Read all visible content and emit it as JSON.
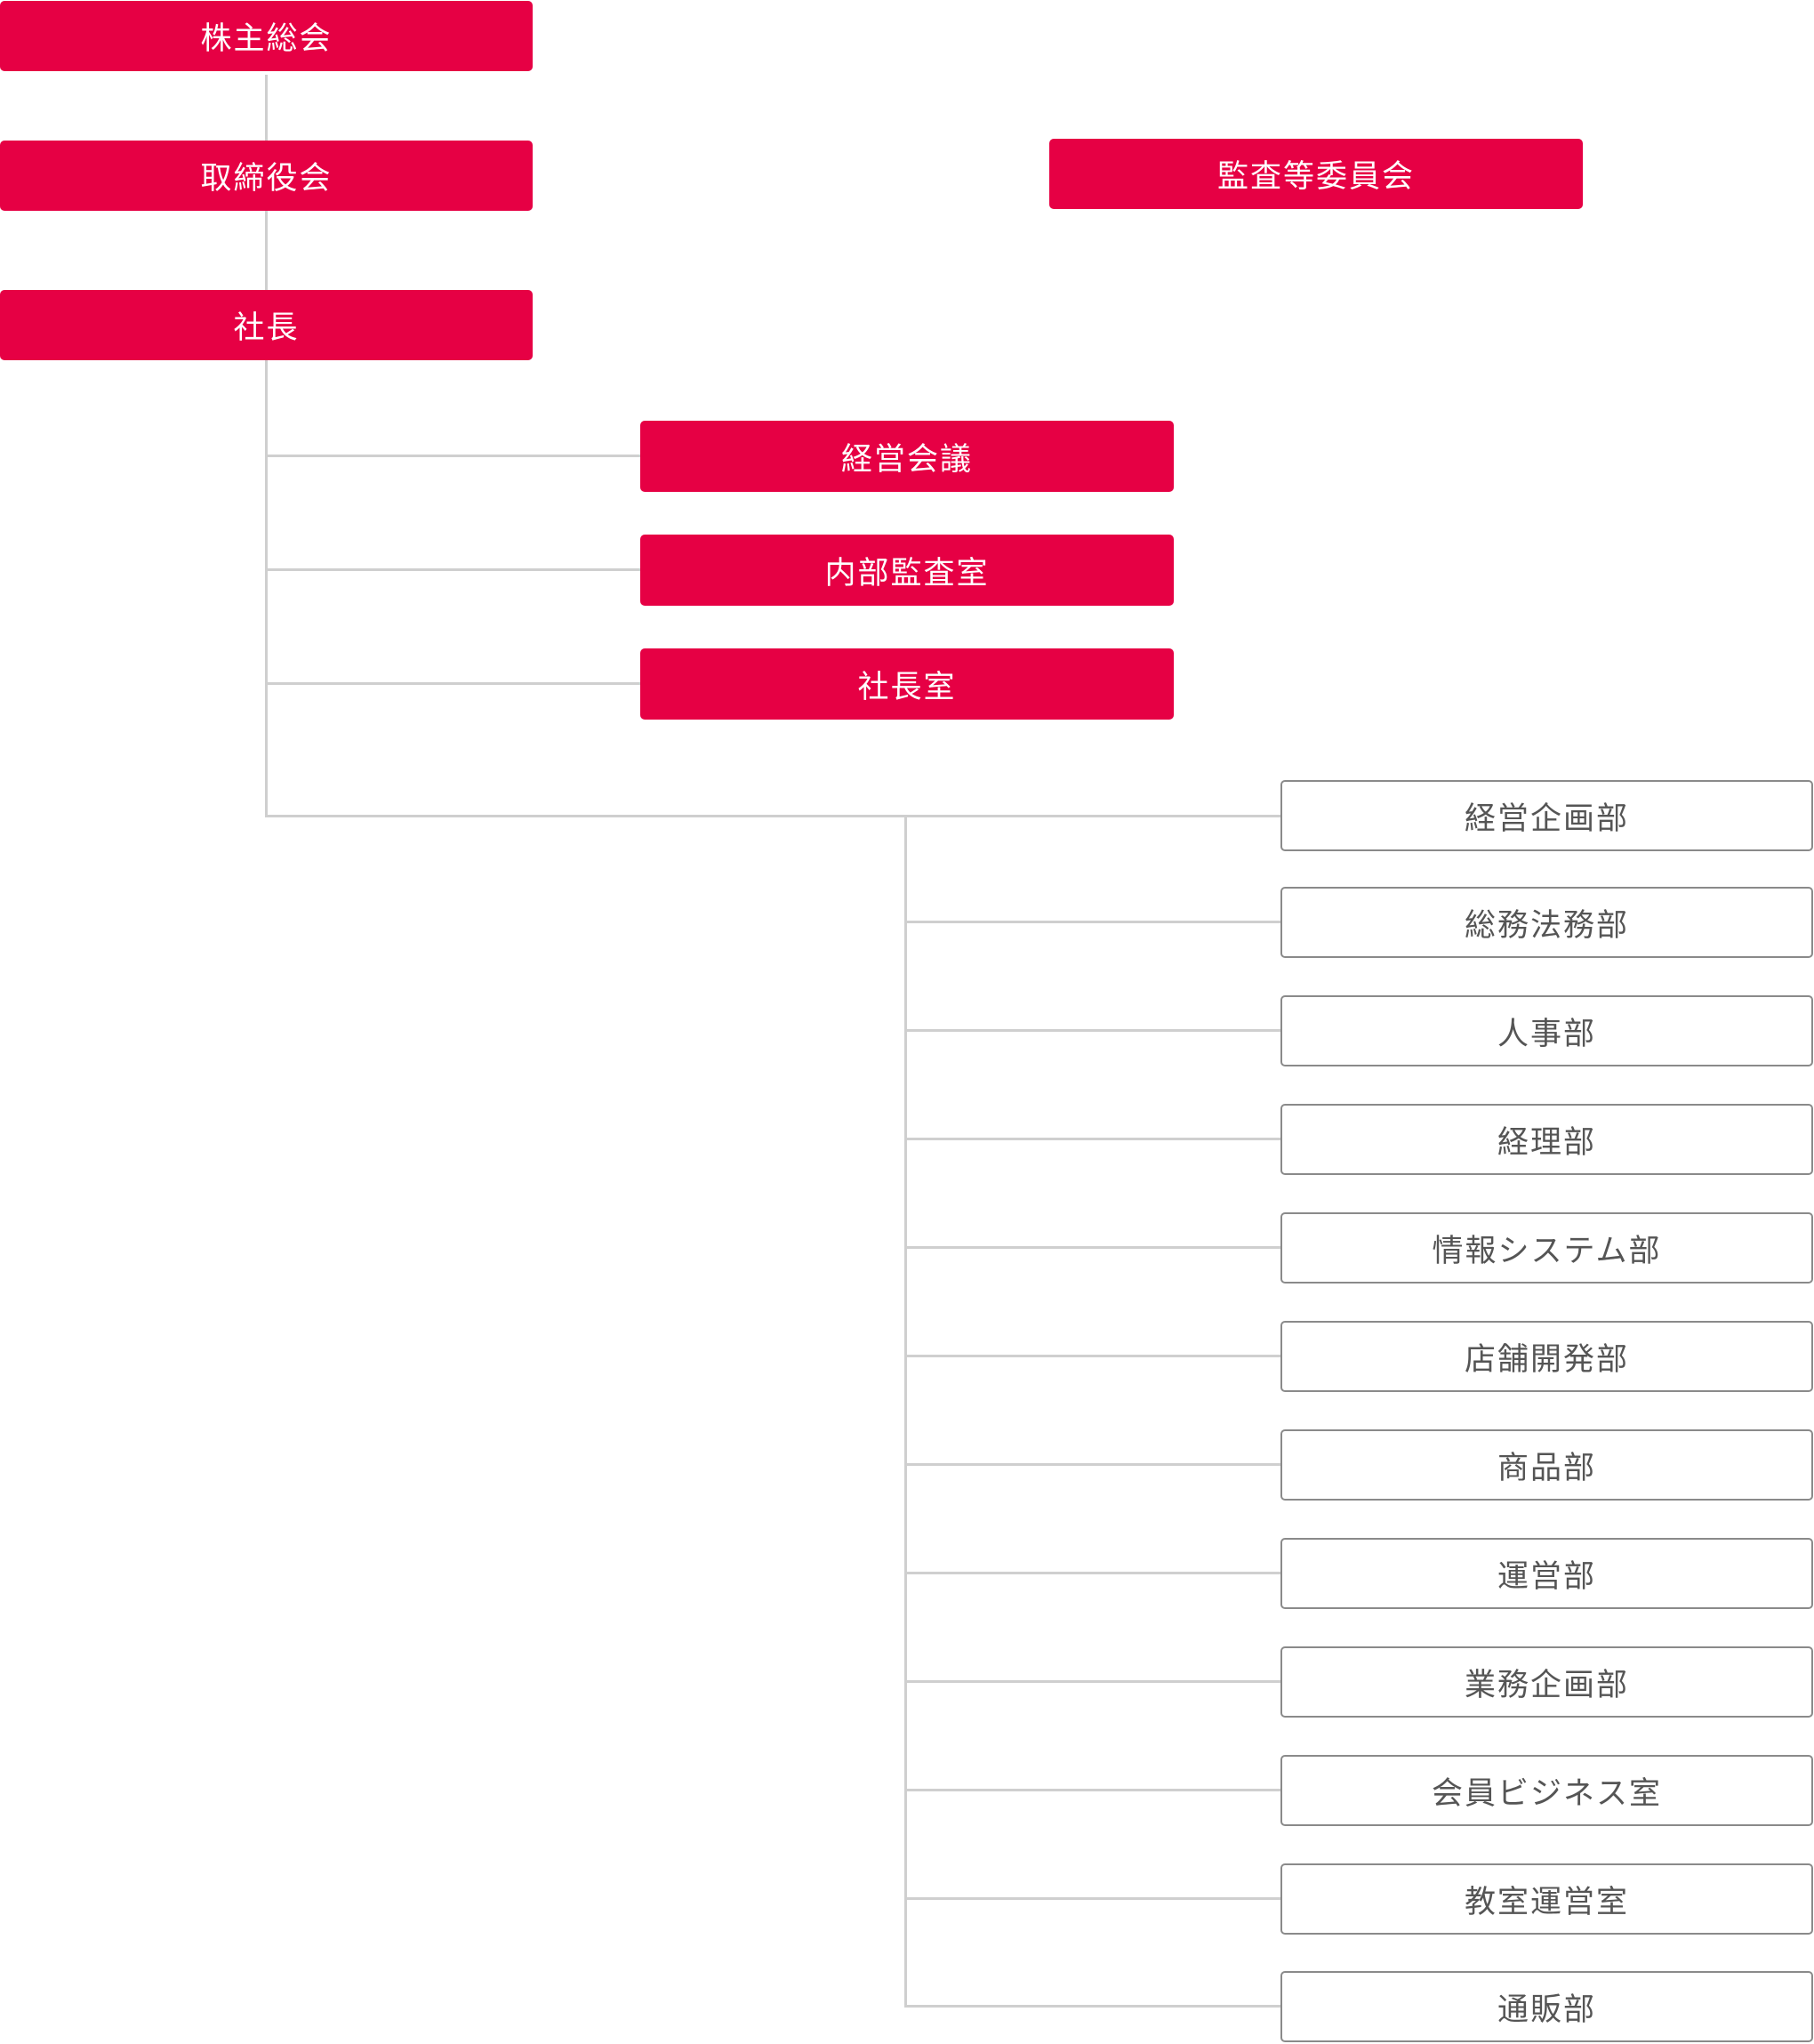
{
  "chart": {
    "governance": [
      {
        "label": "株主総会"
      },
      {
        "label": "取締役会"
      },
      {
        "label": "社長"
      }
    ],
    "audit_committee": {
      "label": "監査等委員会"
    },
    "staff": [
      {
        "label": "経営会議"
      },
      {
        "label": "内部監査室"
      },
      {
        "label": "社長室"
      }
    ],
    "departments": [
      {
        "label": "経営企画部"
      },
      {
        "label": "総務法務部"
      },
      {
        "label": "人事部"
      },
      {
        "label": "経理部"
      },
      {
        "label": "情報システム部"
      },
      {
        "label": "店舗開発部"
      },
      {
        "label": "商品部"
      },
      {
        "label": "運営部"
      },
      {
        "label": "業務企画部"
      },
      {
        "label": "会員ビジネス室"
      },
      {
        "label": "教室運営室"
      },
      {
        "label": "通販部"
      }
    ]
  }
}
